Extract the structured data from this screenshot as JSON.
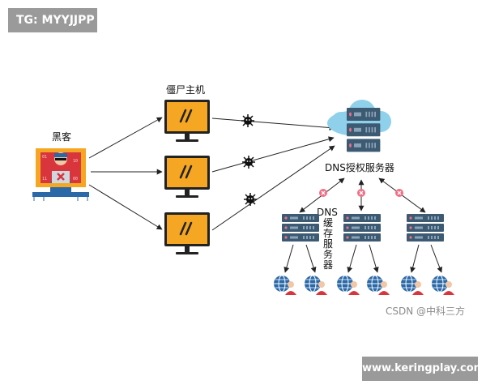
{
  "badges": {
    "top_left": "TG: MYYJJPP",
    "bottom_right": "www.keringplay.com"
  },
  "watermark": "CSDN @中科三方",
  "labels": {
    "hacker": "黑客",
    "zombie": "僵尸主机",
    "dns_auth": "DNS授权服务器",
    "dns_cache_line1": "DNS",
    "dns_cache_line2": "缓存",
    "dns_cache_line3": "服务器"
  },
  "colors": {
    "monitor_screen": "#f5a623",
    "server_dark": "#3d5a73",
    "cloud": "#8fd0ea",
    "user_red": "#d9353d",
    "block_pink": "#ef6f86"
  }
}
